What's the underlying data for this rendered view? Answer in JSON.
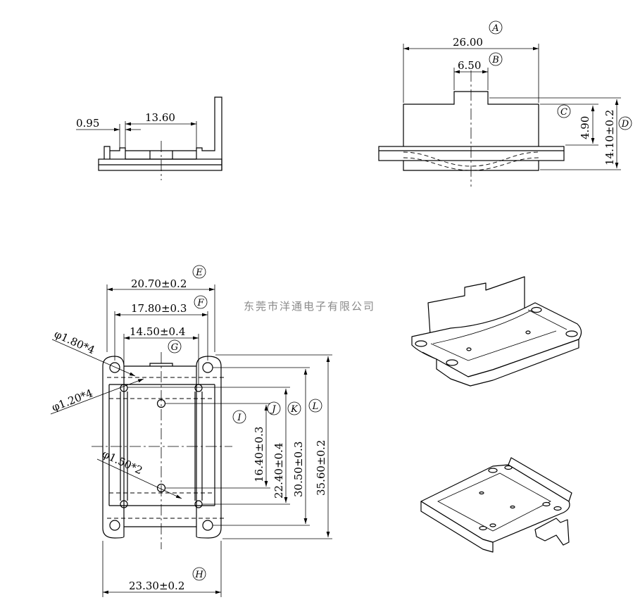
{
  "watermark": "东莞市洋通电子有限公司",
  "side_view": {
    "dims": {
      "gap": "0.95",
      "inner": "13.60"
    }
  },
  "front_view": {
    "dims": {
      "width": "26.00",
      "tab": "6.50",
      "step": "4.90",
      "height": "14.10±0.2"
    },
    "tags": {
      "a": "A",
      "b": "B",
      "c": "C",
      "d": "D"
    }
  },
  "top_view": {
    "dims": {
      "e": "20.70±0.2",
      "f": "17.80±0.3",
      "g": "14.50±0.4",
      "h": "23.30±0.2",
      "i": "16.40±0.3",
      "j": "22.40±0.4",
      "k": "30.50±0.3",
      "l": "35.60±0.2",
      "hole_large": "φ1.80*4",
      "hole_small": "φ1.20*4",
      "hole_center": "φ1.50*2"
    },
    "tags": {
      "e": "E",
      "f": "F",
      "g": "G",
      "h": "H",
      "i": "I",
      "j": "J",
      "k": "K",
      "l": "L"
    }
  }
}
